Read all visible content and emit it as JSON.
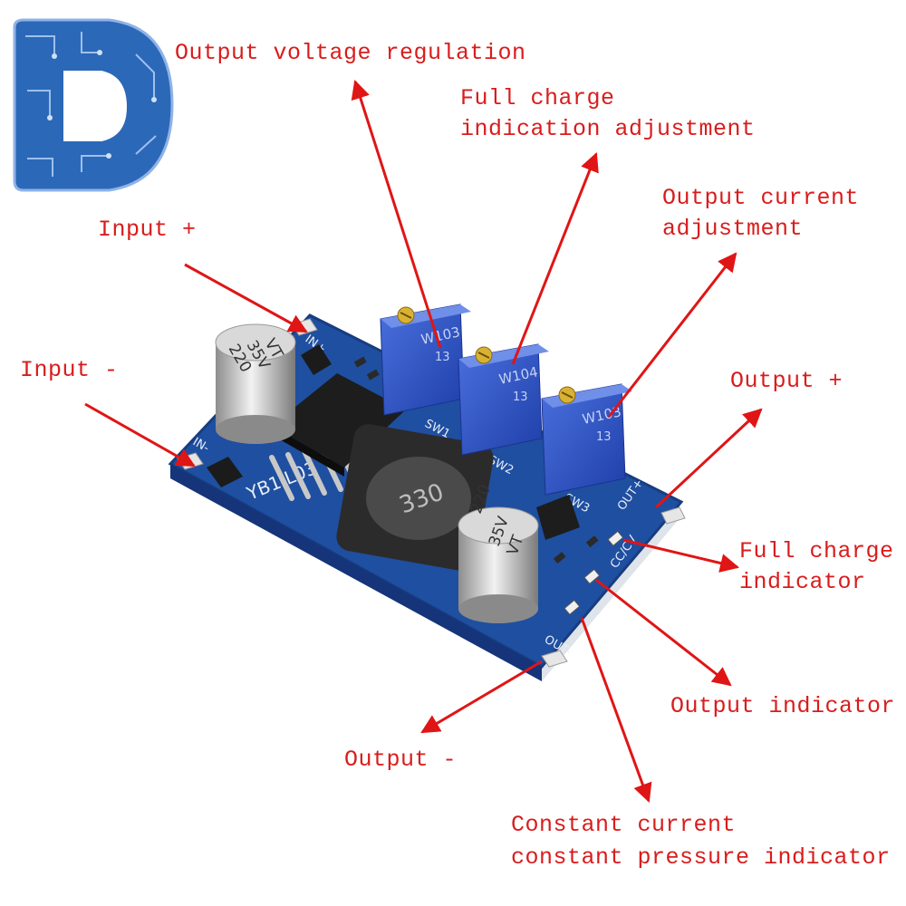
{
  "colors": {
    "label": "#d91c1c",
    "arrow": "#e01515",
    "pcb": "#1f4fa0",
    "pcb_edge": "#173d80",
    "trimmer": "#2a4fc4",
    "logo": "#2b68b8"
  },
  "logo": {
    "icon": "circuit-letter-d-logo",
    "letter": "D"
  },
  "board": {
    "silkscreen": [
      "IN+",
      "IN-",
      "OUT+",
      "OUT-",
      "SW1",
      "SW2",
      "SW3",
      "YB1IL03",
      "CC/CV"
    ],
    "capacitor_markings": [
      "220",
      "35V",
      "VT"
    ],
    "inductor_marking": "330",
    "trimmer_markings": [
      "W103",
      "W104",
      "W103"
    ],
    "trimmer_sub": "13"
  },
  "labels": {
    "output_voltage": "Output voltage regulation",
    "full_charge_adj_1": "Full charge",
    "full_charge_adj_2": "indication adjustment",
    "output_current_1": "Output current",
    "output_current_2": "adjustment",
    "input_plus": "Input +",
    "input_minus": "Input -",
    "output_plus": "Output +",
    "full_charge_ind_1": "Full charge",
    "full_charge_ind_2": "indicator",
    "output_indicator": "Output indicator",
    "output_minus": "Output -",
    "cc_cv_1": "Constant current",
    "cc_cv_2": "constant pressure indicator"
  }
}
